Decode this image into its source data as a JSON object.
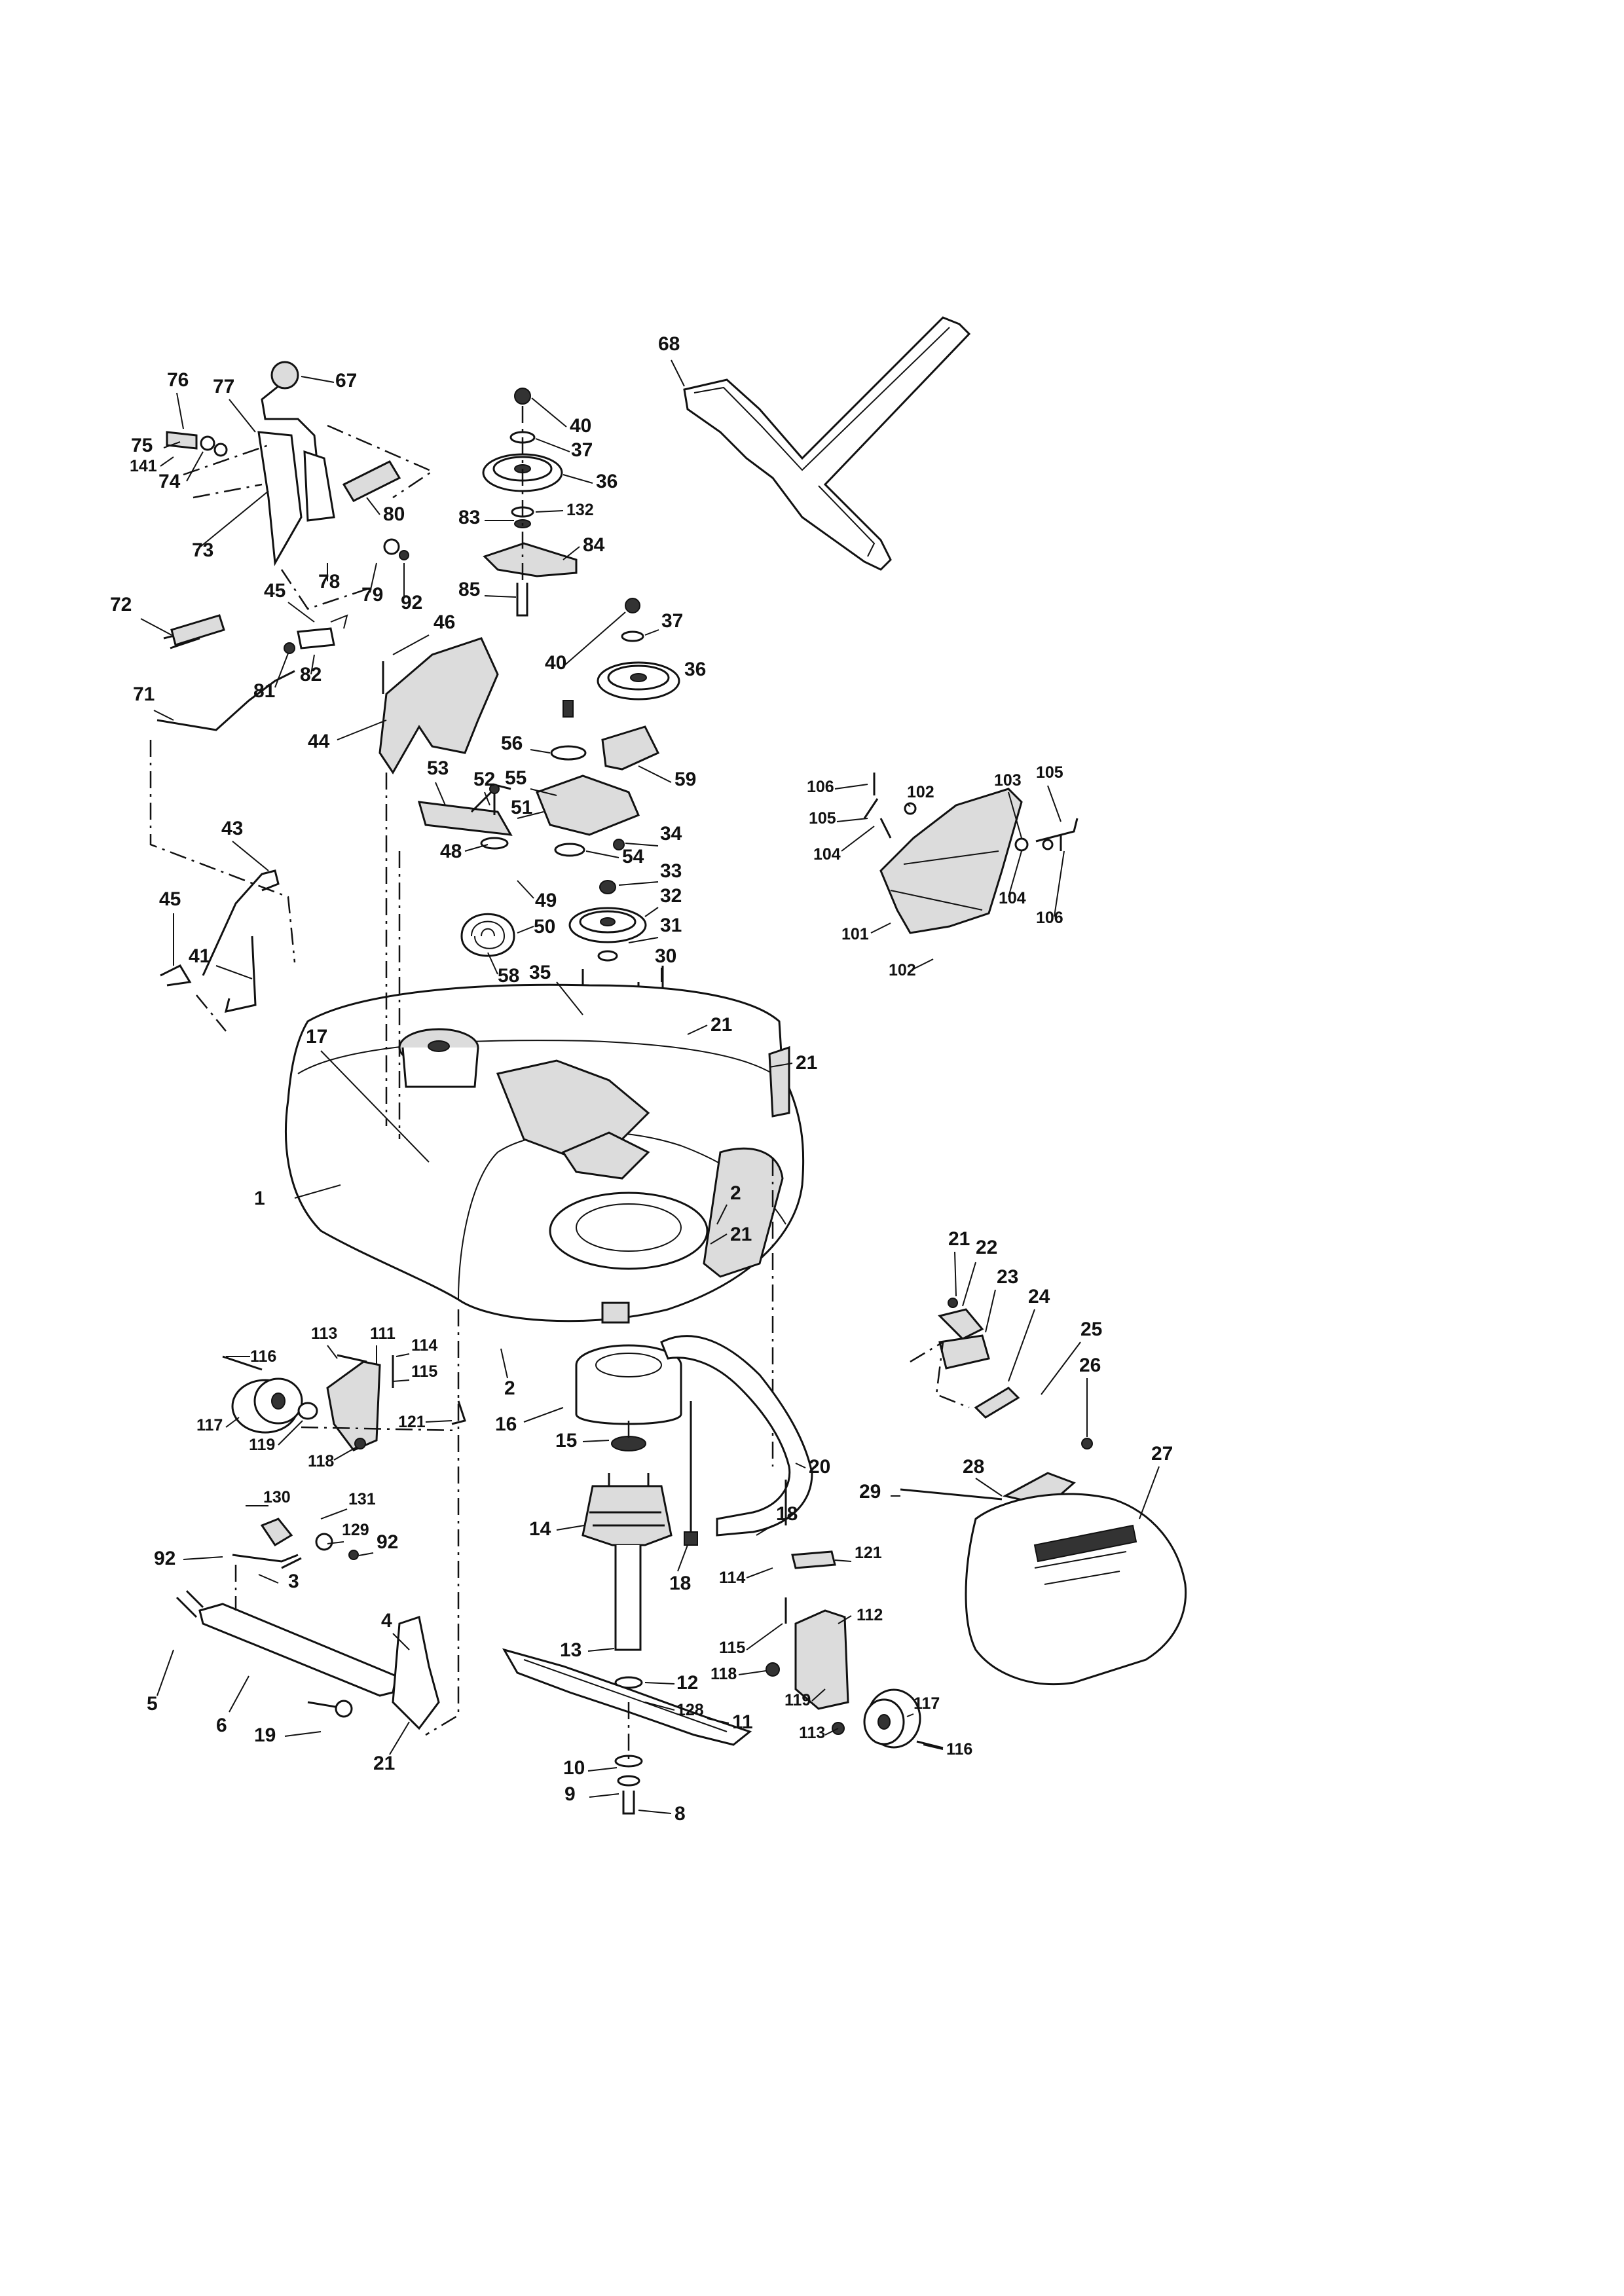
{
  "diagram": {
    "callouts": [
      {
        "n": "1",
        "t": "1"
      },
      {
        "n": "2a",
        "t": "2"
      },
      {
        "n": "2b",
        "t": "2"
      },
      {
        "n": "3",
        "t": "3"
      },
      {
        "n": "4",
        "t": "4"
      },
      {
        "n": "5",
        "t": "5"
      },
      {
        "n": "6",
        "t": "6"
      },
      {
        "n": "8",
        "t": "8"
      },
      {
        "n": "9",
        "t": "9"
      },
      {
        "n": "10",
        "t": "10"
      },
      {
        "n": "11",
        "t": "11"
      },
      {
        "n": "12",
        "t": "12"
      },
      {
        "n": "13",
        "t": "13"
      },
      {
        "n": "14",
        "t": "14"
      },
      {
        "n": "15",
        "t": "15"
      },
      {
        "n": "16",
        "t": "16"
      },
      {
        "n": "17",
        "t": "17"
      },
      {
        "n": "18a",
        "t": "18"
      },
      {
        "n": "18b",
        "t": "18"
      },
      {
        "n": "19",
        "t": "19"
      },
      {
        "n": "20",
        "t": "20"
      },
      {
        "n": "21a",
        "t": "21"
      },
      {
        "n": "21b",
        "t": "21"
      },
      {
        "n": "21c",
        "t": "21"
      },
      {
        "n": "21d",
        "t": "21"
      },
      {
        "n": "21e",
        "t": "21"
      },
      {
        "n": "22",
        "t": "22"
      },
      {
        "n": "23",
        "t": "23"
      },
      {
        "n": "24",
        "t": "24"
      },
      {
        "n": "25",
        "t": "25"
      },
      {
        "n": "26",
        "t": "26"
      },
      {
        "n": "27",
        "t": "27"
      },
      {
        "n": "28",
        "t": "28"
      },
      {
        "n": "29",
        "t": "29"
      },
      {
        "n": "30",
        "t": "30"
      },
      {
        "n": "31",
        "t": "31"
      },
      {
        "n": "32",
        "t": "32"
      },
      {
        "n": "33",
        "t": "33"
      },
      {
        "n": "34",
        "t": "34"
      },
      {
        "n": "35",
        "t": "35"
      },
      {
        "n": "36a",
        "t": "36"
      },
      {
        "n": "36b",
        "t": "36"
      },
      {
        "n": "37a",
        "t": "37"
      },
      {
        "n": "37b",
        "t": "37"
      },
      {
        "n": "40a",
        "t": "40"
      },
      {
        "n": "40b",
        "t": "40"
      },
      {
        "n": "41",
        "t": "41"
      },
      {
        "n": "43",
        "t": "43"
      },
      {
        "n": "44",
        "t": "44"
      },
      {
        "n": "45a",
        "t": "45"
      },
      {
        "n": "45b",
        "t": "45"
      },
      {
        "n": "46",
        "t": "46"
      },
      {
        "n": "48",
        "t": "48"
      },
      {
        "n": "49",
        "t": "49"
      },
      {
        "n": "50",
        "t": "50"
      },
      {
        "n": "51",
        "t": "51"
      },
      {
        "n": "52",
        "t": "52"
      },
      {
        "n": "53",
        "t": "53"
      },
      {
        "n": "54",
        "t": "54"
      },
      {
        "n": "55",
        "t": "55"
      },
      {
        "n": "56",
        "t": "56"
      },
      {
        "n": "58",
        "t": "58"
      },
      {
        "n": "59",
        "t": "59"
      },
      {
        "n": "67",
        "t": "67"
      },
      {
        "n": "68",
        "t": "68"
      },
      {
        "n": "71",
        "t": "71"
      },
      {
        "n": "72",
        "t": "72"
      },
      {
        "n": "73",
        "t": "73"
      },
      {
        "n": "74",
        "t": "74"
      },
      {
        "n": "75",
        "t": "75"
      },
      {
        "n": "76",
        "t": "76"
      },
      {
        "n": "77",
        "t": "77"
      },
      {
        "n": "78",
        "t": "78"
      },
      {
        "n": "79",
        "t": "79"
      },
      {
        "n": "80",
        "t": "80"
      },
      {
        "n": "81",
        "t": "81"
      },
      {
        "n": "82",
        "t": "82"
      },
      {
        "n": "83",
        "t": "83"
      },
      {
        "n": "84",
        "t": "84"
      },
      {
        "n": "85",
        "t": "85"
      },
      {
        "n": "92a",
        "t": "92"
      },
      {
        "n": "92b",
        "t": "92"
      },
      {
        "n": "92c",
        "t": "92"
      },
      {
        "n": "101",
        "t": "101"
      },
      {
        "n": "102a",
        "t": "102"
      },
      {
        "n": "102b",
        "t": "102"
      },
      {
        "n": "103",
        "t": "103"
      },
      {
        "n": "104a",
        "t": "104"
      },
      {
        "n": "104b",
        "t": "104"
      },
      {
        "n": "105a",
        "t": "105"
      },
      {
        "n": "105b",
        "t": "105"
      },
      {
        "n": "106a",
        "t": "106"
      },
      {
        "n": "106b",
        "t": "106"
      },
      {
        "n": "111",
        "t": "111"
      },
      {
        "n": "112",
        "t": "112"
      },
      {
        "n": "113a",
        "t": "113"
      },
      {
        "n": "113b",
        "t": "113"
      },
      {
        "n": "114a",
        "t": "114"
      },
      {
        "n": "114b",
        "t": "114"
      },
      {
        "n": "115a",
        "t": "115"
      },
      {
        "n": "115b",
        "t": "115"
      },
      {
        "n": "116a",
        "t": "116"
      },
      {
        "n": "116b",
        "t": "116"
      },
      {
        "n": "117a",
        "t": "117"
      },
      {
        "n": "117b",
        "t": "117"
      },
      {
        "n": "118a",
        "t": "118"
      },
      {
        "n": "118b",
        "t": "118"
      },
      {
        "n": "119a",
        "t": "119"
      },
      {
        "n": "119b",
        "t": "119"
      },
      {
        "n": "121a",
        "t": "121"
      },
      {
        "n": "121b",
        "t": "121"
      },
      {
        "n": "128",
        "t": "128"
      },
      {
        "n": "129",
        "t": "129"
      },
      {
        "n": "130",
        "t": "130"
      },
      {
        "n": "131",
        "t": "131"
      },
      {
        "n": "132",
        "t": "132"
      },
      {
        "n": "141",
        "t": "141"
      }
    ]
  }
}
